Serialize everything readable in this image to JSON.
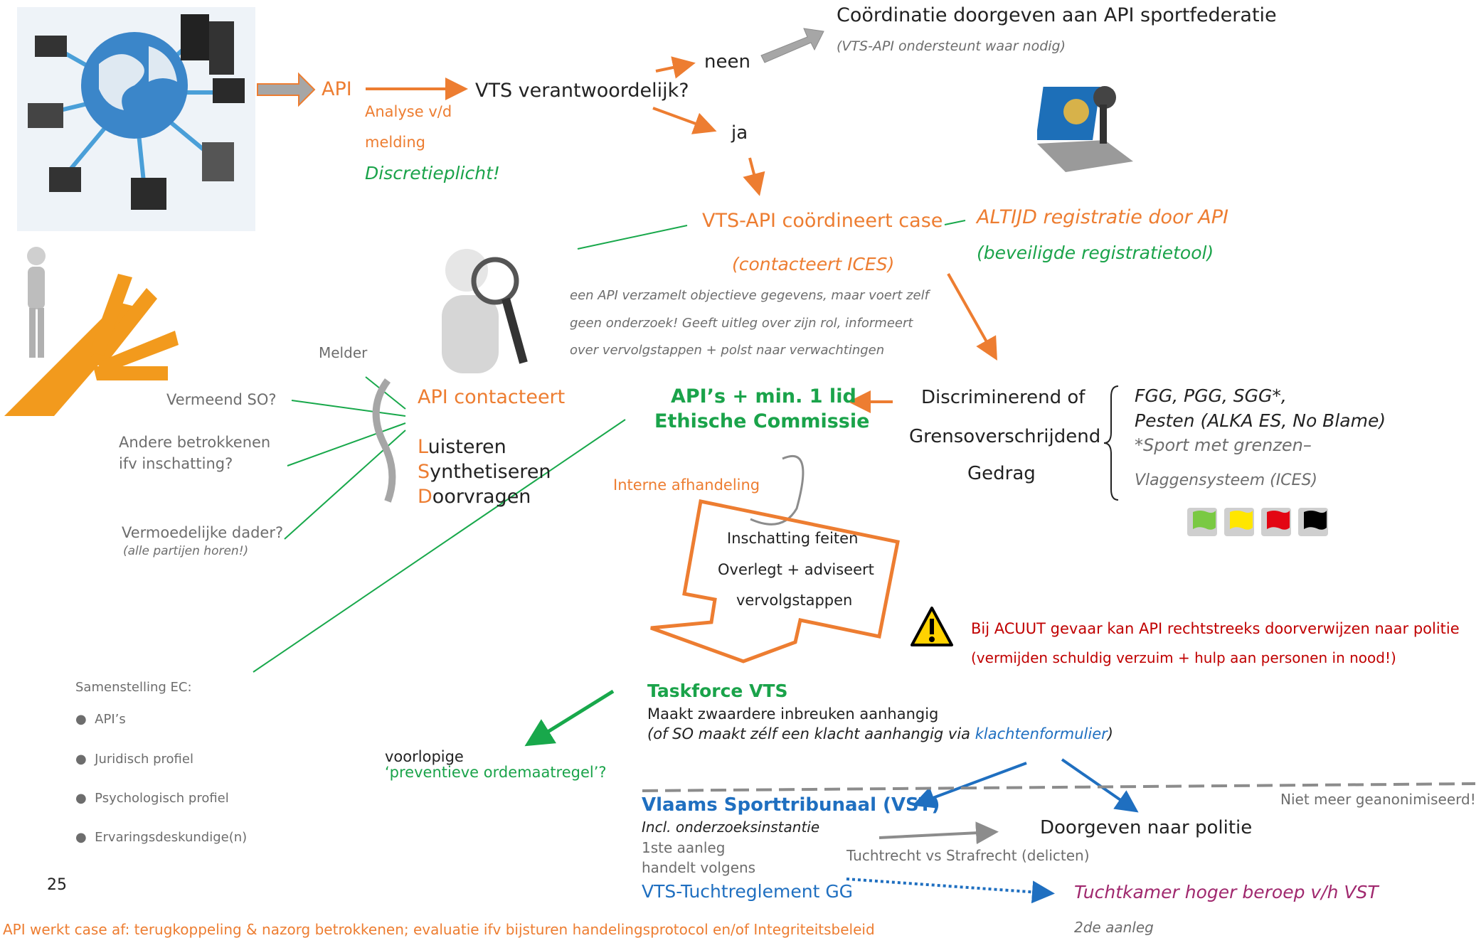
{
  "top": {
    "coord": "Coördinatie doorgeven aan API sportfederatie",
    "coord_sub": "(VTS-API ondersteunt waar nodig)",
    "api": "API",
    "analyse": "Analyse   v/d",
    "melding": "melding",
    "discretie": "Discretieplicht!",
    "vts_q": "VTS verantwoordelijk?",
    "neen": "neen",
    "ja": "ja"
  },
  "coordinate": {
    "title": "VTS-API coördineert case",
    "sub": "(contacteert ICES)",
    "altijd": "ALTIJD    registratie    door    API",
    "tool": "(beveiligde registratietool)",
    "desc1": "een API verzamelt objectieve gegevens, maar voert zelf",
    "desc2": "geen onderzoek! Geeft uitleg over zijn rol, informeert",
    "desc3": "over vervolgstappen + polst naar verwachtingen"
  },
  "left": {
    "melder": "Melder",
    "vermeend": "Vermeend SO?",
    "andere1": "Andere betrokkenen",
    "andere2": "ifv inschatting?",
    "dader": "Vermoedelijke dader?",
    "dader_sub": "(alle partijen horen!)",
    "api_contact": "API contacteert",
    "lsd": [
      {
        "first": "L",
        "rest": "uisteren"
      },
      {
        "first": "S",
        "rest": "ynthetiseren"
      },
      {
        "first": "D",
        "rest": "oorvragen"
      }
    ]
  },
  "middle": {
    "apis1": "API’s + min. 1 lid",
    "apis2": "Ethische Commissie",
    "interne": "Interne afhandeling",
    "box1": "Inschatting feiten",
    "box2": "Overlegt + adviseert",
    "box3": "vervolgstappen",
    "disc1": "Discriminerend of",
    "disc2": "Grensoverschrijdend",
    "disc3": "Gedrag",
    "fgg1": "FGG, PGG, SGG*,",
    "fgg2": "Pesten (ALKA ES, No Blame)",
    "fgg3": "*Sport met grenzen–",
    "fgg4": "Vlaggensysteem (ICES)",
    "flag_colors": [
      "#7ac943",
      "#ffe600",
      "#e30613",
      "#000000"
    ]
  },
  "warning": {
    "line1": "Bij ACUUT gevaar kan API rechtstreeks doorverwijzen naar politie",
    "line2": "(vermijden schuldig verzuim + hulp aan personen in nood!)"
  },
  "ec": {
    "title": "Samenstelling EC:",
    "items": [
      "API’s",
      "Juridisch profiel",
      "Psychologisch profiel",
      "Ervaringsdeskundige(n)"
    ]
  },
  "taskforce": {
    "title": "Taskforce VTS",
    "line1": "Maakt zwaardere inbreuken aanhangig",
    "line2_pre": "(of SO maakt zélf een klacht aanhangig via ",
    "line2_link": "klachtenformulier",
    "line2_post": ")",
    "voorlopige1": "voorlopige",
    "voorlopige2": "‘preventieve ordemaatregel’?"
  },
  "bottom": {
    "niet_meer": "Niet meer geanonimiseerd!",
    "vst": "Vlaams Sporttribunaal (VST)",
    "incl": "Incl. onderzoeksinstantie",
    "aanleg1": "1ste aanleg",
    "handelt": "handelt volgens",
    "reglement": "VTS-Tuchtreglement GG",
    "politie": "Doorgeven naar politie",
    "tucht_vs": "Tuchtrecht vs Strafrecht (delicten)",
    "kamer": "Tuchtkamer hoger beroep v/h VST",
    "aanleg2": "2de aanleg",
    "page": "25",
    "footer": "API werkt case af: terugkoppeling & nazorg betrokkenen; evaluatie ifv bijsturen handelingsprotocol en/of Integriteitsbeleid"
  },
  "images": [
    "network-globe-image",
    "crossroads-figure-image",
    "magnifier-figure-image",
    "laptop-lock-image",
    "warning-icon"
  ]
}
